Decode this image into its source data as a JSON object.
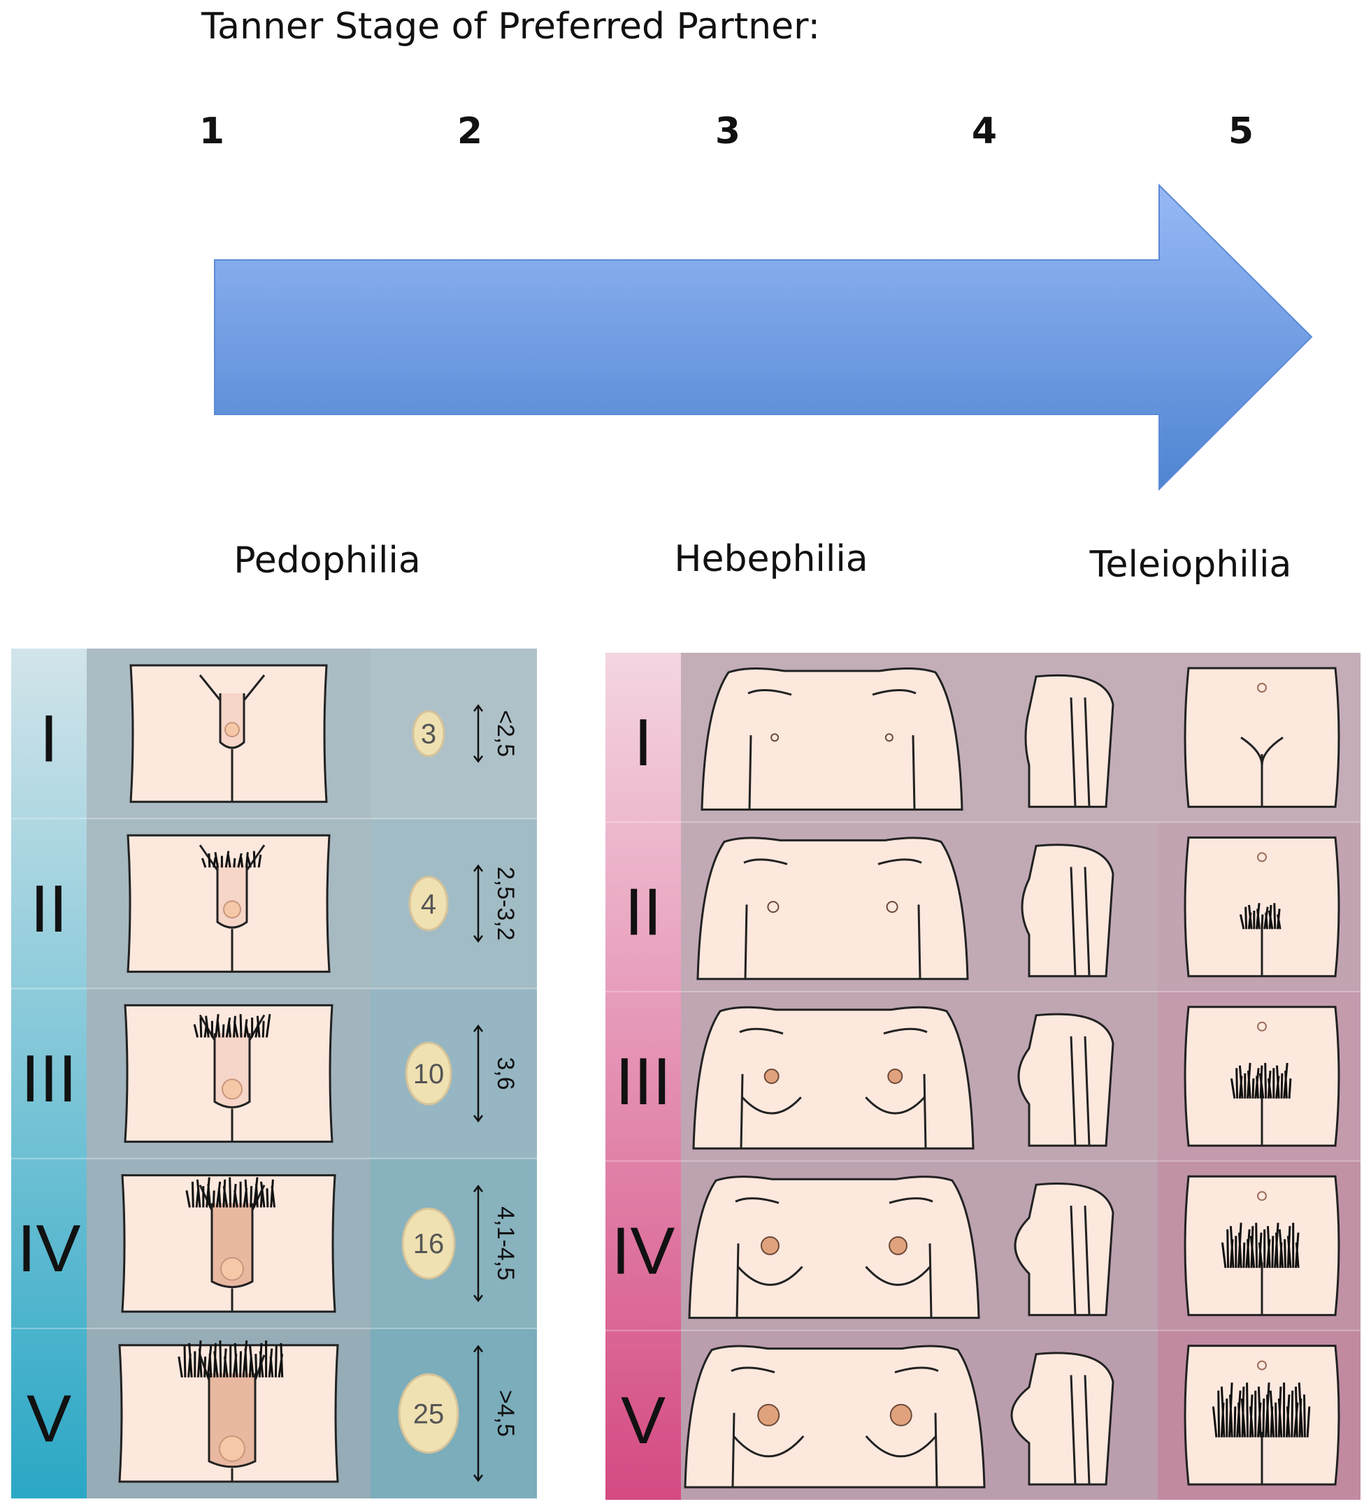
{
  "title": "Tanner Stage of Preferred Partner:",
  "stage_numbers": [
    "1",
    "2",
    "3",
    "4",
    "5"
  ],
  "categories": {
    "pedophilia": "Pedophilia",
    "hebephilia": "Hebephilia",
    "teleiophilia": "Teleiophilia"
  },
  "colors": {
    "arrow_top": "#97b9f5",
    "arrow_bottom": "#4f84d2",
    "male_panel": "#b3c7cf",
    "female_panel": "#c5b0bb",
    "skin": "#fde8de"
  },
  "male_chart": {
    "rows": [
      {
        "stage": "I",
        "volume": "3",
        "length": "<2,5"
      },
      {
        "stage": "II",
        "volume": "4",
        "length": "2,5-3,2"
      },
      {
        "stage": "III",
        "volume": "10",
        "length": "3,6"
      },
      {
        "stage": "IV",
        "volume": "16",
        "length": "4,1-4,5"
      },
      {
        "stage": "V",
        "volume": "25",
        "length": ">4,5"
      }
    ]
  },
  "female_chart": {
    "rows": [
      {
        "stage": "I"
      },
      {
        "stage": "II"
      },
      {
        "stage": "III"
      },
      {
        "stage": "IV"
      },
      {
        "stage": "V"
      }
    ]
  }
}
